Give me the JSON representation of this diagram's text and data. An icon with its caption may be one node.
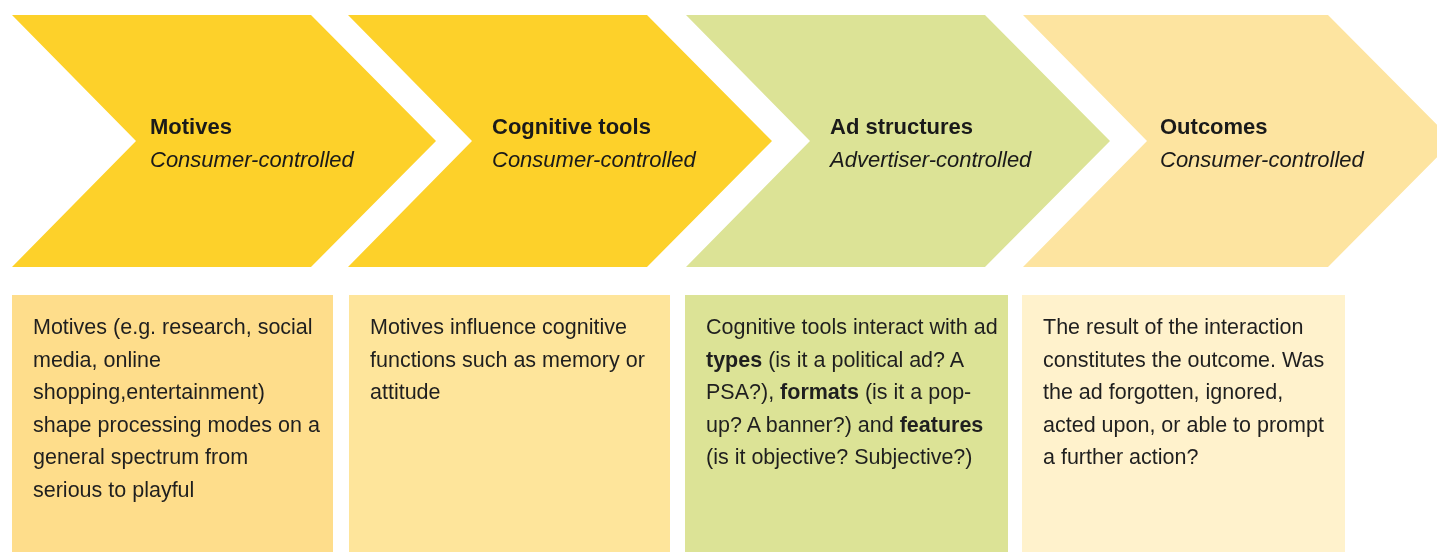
{
  "diagram": {
    "nodes": [
      {
        "text": [
          "Motives",
          "Consumer-controlled"
        ]
      },
      {
        "text": [
          "Cognitive tools",
          "Consumer-controlled"
        ]
      },
      {
        "text": [
          "Ad structures",
          "Advertiser-controlled"
        ]
      },
      {
        "text": [
          "Outcomes",
          "Consumer-controlled"
        ]
      },
      {
        "text": [
          "Motives (e.g. research, social media, online shopping,entertainment) shape processing modes on a general spectrum from serious to playful"
        ]
      },
      {
        "text": [
          "Motives influence cognitive functions such as memory or attitude"
        ]
      },
      {
        "text": [
          "Cognitive tools interact with ad **types** (is it a political ad? A PSA?), **formats** (is it a pop-up? A banner?) and **features** (is it objective? Subjective?)"
        ]
      },
      {
        "text": [
          "The result of the interaction constitutes the outcome. Was the ad forgotten, ignored, acted upon, or able to prompt a further action?"
        ]
      }
    ]
  }
}
